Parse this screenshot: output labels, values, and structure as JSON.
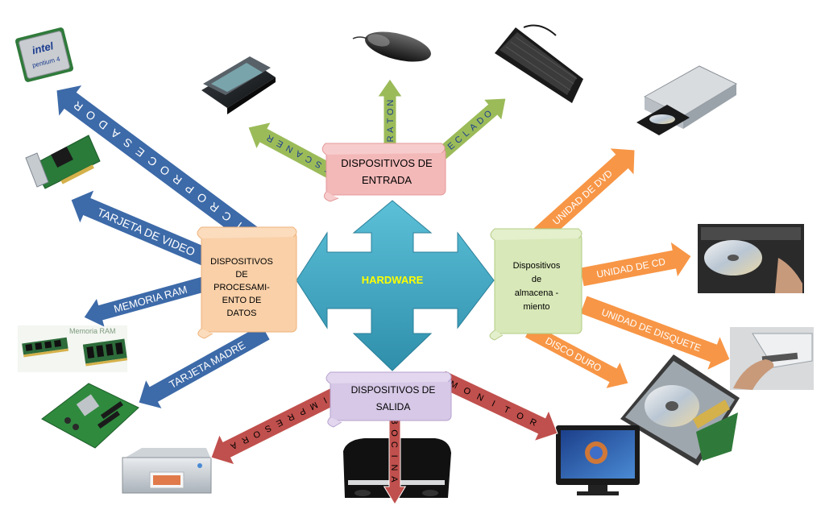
{
  "center": {
    "label": "HARDWARE"
  },
  "groups": {
    "entrada": {
      "title_l1": "DISPOSITIVOS DE",
      "title_l2": "ENTRADA"
    },
    "procesamiento": {
      "l1": "DISPOSITIVOS",
      "l2": "DE",
      "l3": "PROCESAMI-",
      "l4": "ENTO DE",
      "l5": "DATOS"
    },
    "almacenamiento": {
      "l1": "Dispositivos",
      "l2": "de",
      "l3": "almacena -",
      "l4": "miento"
    },
    "salida": {
      "title_l1": "DISPOSITIVOS DE",
      "title_l2": "SALIDA"
    }
  },
  "arrows": {
    "escaner": "ESCANER",
    "raton": "RATON",
    "teclado": "TECLADO",
    "microprocesador": "MICROPROCESADOR",
    "tarjeta_video": "TARJETA DE VIDEO",
    "memoria_ram": "MEMORIA RAM",
    "tarjeta_madre": "TARJETA MADRE",
    "unidad_dvd": "UNIDAD DE DVD",
    "unidad_cd": "UNIDAD DE CD",
    "unidad_disquete": "UNIDAD DE DISQUETE",
    "disco_duro": "DISCO DURO",
    "impresora": "IMPRESORA",
    "bocina": "BOCINA",
    "monitor": "MONITOR"
  },
  "images": {
    "cpu_brand": "intel",
    "cpu_model": "pentium 4",
    "ram_label": "Memoria RAM"
  },
  "colors": {
    "blue": "#3d6aa8",
    "green": "#9bbb59",
    "red": "#c0504d",
    "orange": "#f79646",
    "hub": "#4aacc5",
    "pink_scroll": "#f3b8b8",
    "peach_scroll": "#f9d0a8",
    "green_scroll": "#d8e8b8",
    "purple_scroll": "#d6c8e6"
  }
}
